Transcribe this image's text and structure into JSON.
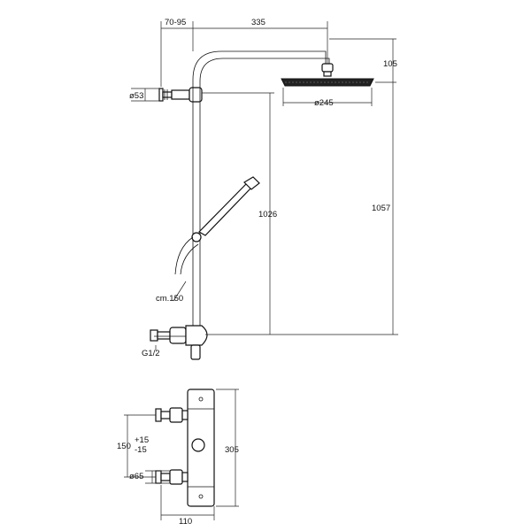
{
  "dimensions": {
    "wall_offset": "70-95",
    "arm_length": "335",
    "head_height": "105",
    "bracket_diameter": "ø53",
    "head_diameter": "ø245",
    "rail_height": "1026",
    "total_height": "1057",
    "hose_length": "cm.150",
    "inlet_thread": "G1/2",
    "inlet_spacing": "150",
    "inlet_tol_plus": "+15",
    "inlet_tol_minus": "-15",
    "valve_height": "305",
    "eccentric_diameter": "ø65",
    "valve_depth": "110"
  }
}
